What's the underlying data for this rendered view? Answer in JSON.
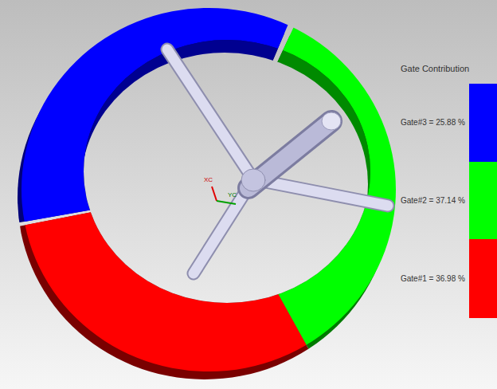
{
  "diagram": {
    "labels": [
      "Gate Contribution",
      "XC",
      "YC"
    ],
    "legend": [
      {
        "text": "Gate#3 = 25.88 %",
        "color": "#0000ff"
      },
      {
        "text": "Gate#2 = 37.14 %",
        "color": "#00ff00"
      },
      {
        "text": "Gate#1 = 36.98 %",
        "color": "#ff0000"
      }
    ]
  }
}
